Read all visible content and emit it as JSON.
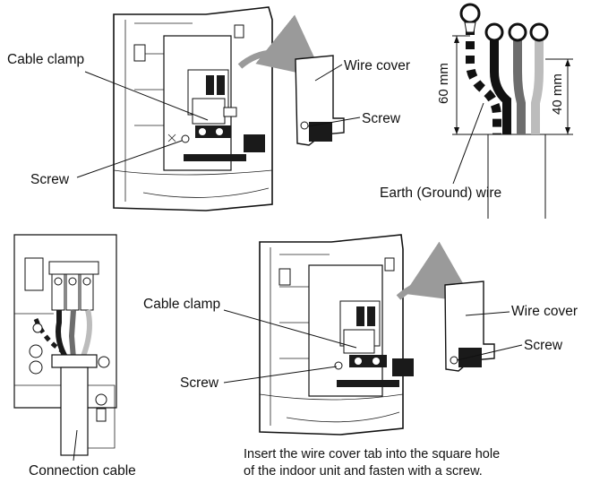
{
  "figure1": {
    "cable_clamp": "Cable clamp",
    "wire_cover": "Wire cover",
    "screw_right": "Screw",
    "screw_left": "Screw"
  },
  "wire_detail": {
    "dim_60": "60 mm",
    "dim_40": "40 mm",
    "earth_wire": "Earth (Ground) wire"
  },
  "figure2": {
    "connection_cable": "Connection cable"
  },
  "figure3": {
    "cable_clamp": "Cable clamp",
    "wire_cover": "Wire cover",
    "screw_right": "Screw",
    "screw_left": "Screw",
    "instruction_line1": "Insert the wire cover tab into the square hole",
    "instruction_line2": "of the indoor unit and fasten with a screw."
  }
}
